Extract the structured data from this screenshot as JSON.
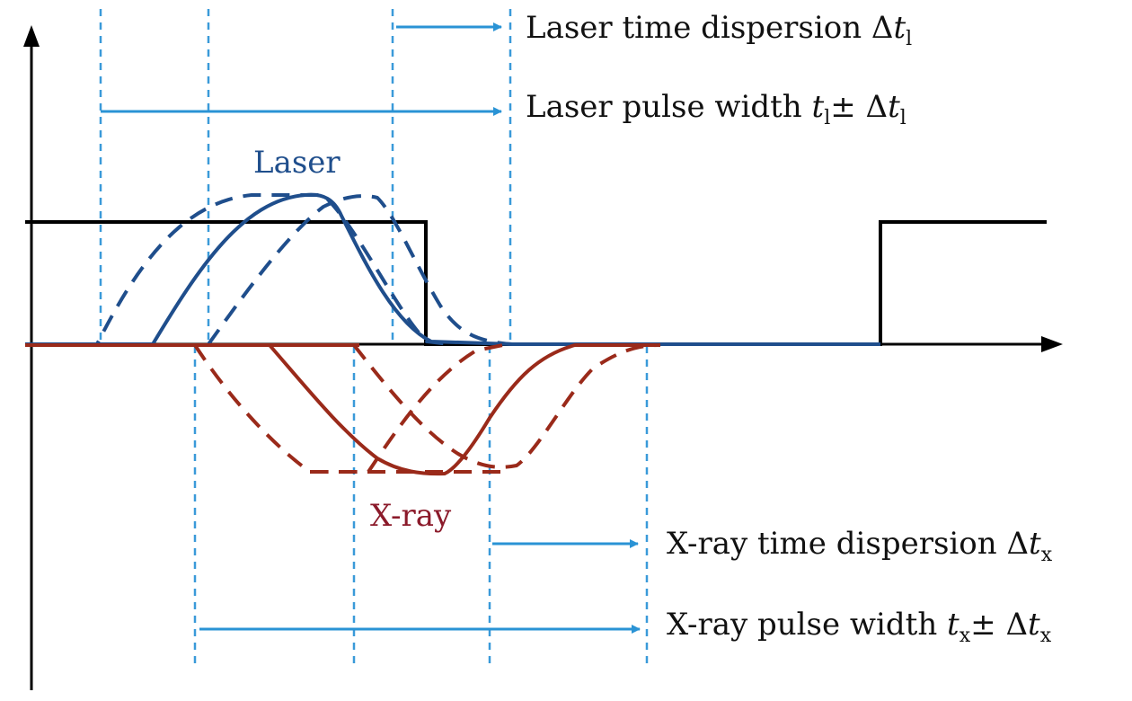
{
  "labels": {
    "laser": "Laser",
    "xray": "X-ray",
    "laser_time_dispersion": "Laser time dispersion ",
    "laser_pulse_width": "Laser pulse width ",
    "xray_time_dispersion": "X-ray time dispersion ",
    "xray_pulse_width": "X-ray pulse width "
  },
  "symbols": {
    "delta": "Δ",
    "t": "t",
    "plus_minus": "±",
    "sub_l": "l",
    "sub_x": "x"
  },
  "colors": {
    "axis": "#000000",
    "gate": "#000000",
    "laser": "#1f4e8c",
    "laser_label": "#1f4e8c",
    "xray": "#9a2a1a",
    "xray_label": "#8b1a2a",
    "guide": "#3a9ad9",
    "arrow": "#2a93d5"
  }
}
